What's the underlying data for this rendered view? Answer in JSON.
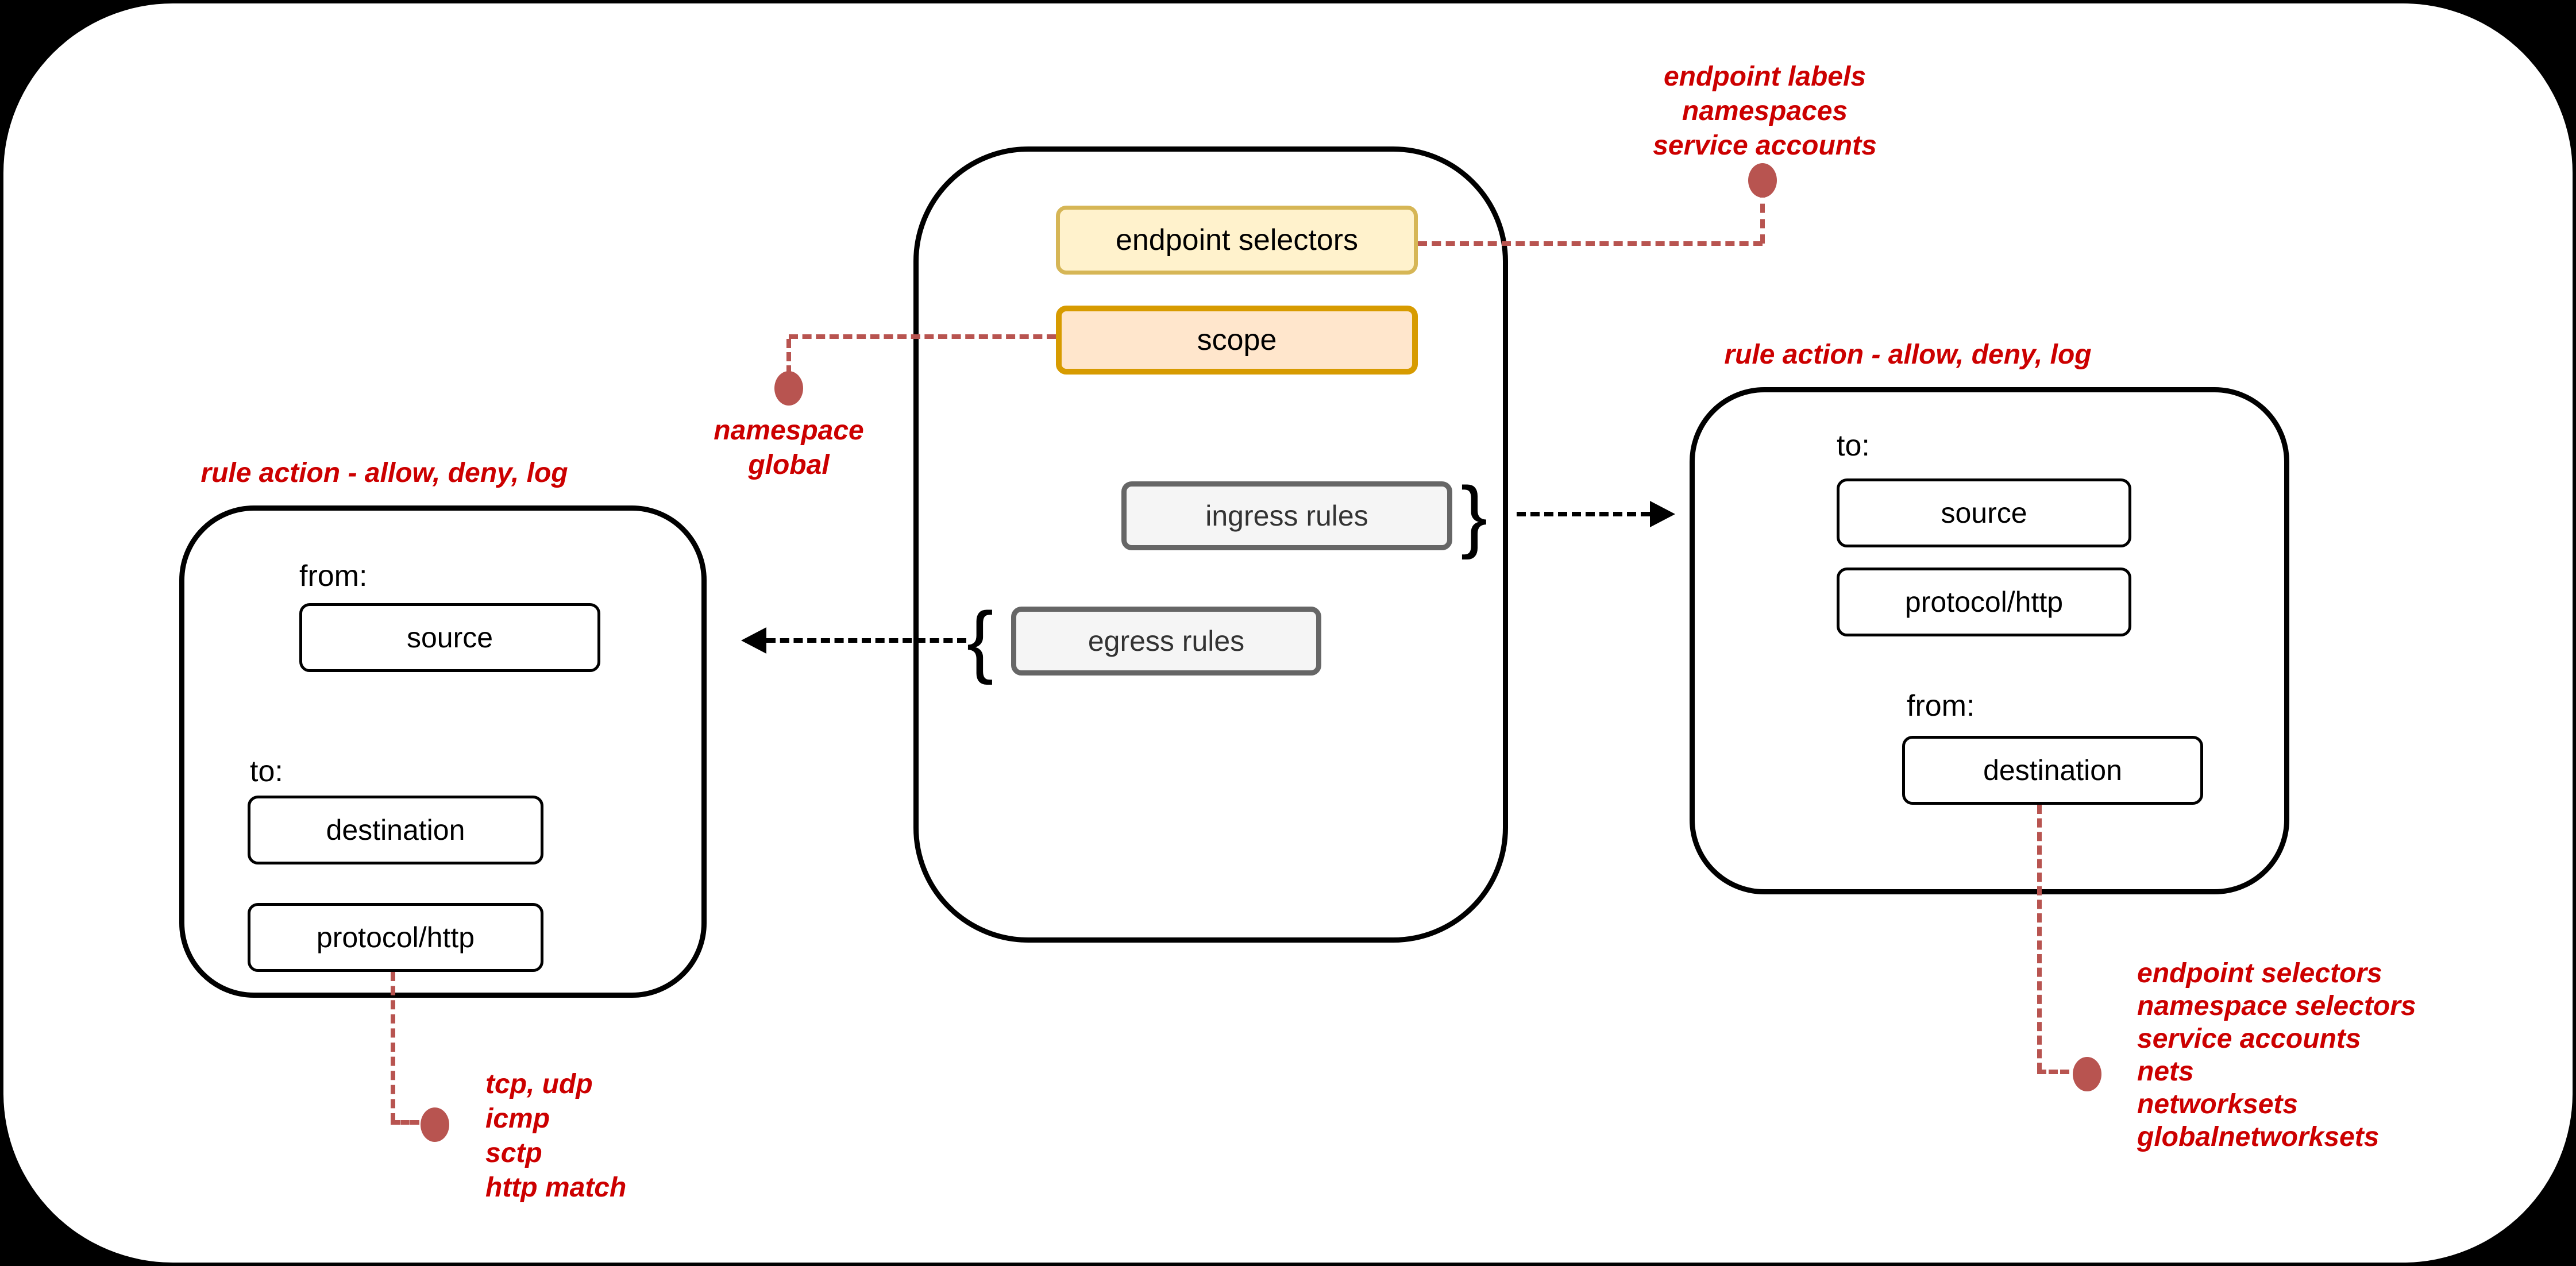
{
  "diagram": {
    "policy": {
      "endpoint_selectors": "endpoint selectors",
      "scope": "scope",
      "ingress_rules": "ingress rules",
      "egress_rules": "egress rules",
      "ingress_brace": "}",
      "egress_brace": "{"
    },
    "egress_rule_box": {
      "title": "rule action - allow, deny, log",
      "from_label": "from:",
      "source": "source",
      "to_label": "to:",
      "destination": "destination",
      "protocol": "protocol/http"
    },
    "ingress_rule_box": {
      "title": "rule action - allow, deny, log",
      "to_label": "to:",
      "source": "source",
      "protocol": "protocol/http",
      "from_label": "from:",
      "destination": "destination"
    },
    "notes": {
      "endpoint_selectors_note": [
        "endpoint labels",
        "namespaces",
        "service accounts"
      ],
      "scope_note": [
        "namespace",
        "global"
      ],
      "protocol_note": [
        "tcp, udp",
        "icmp",
        "sctp",
        "http match"
      ],
      "destination_note": [
        "endpoint selectors",
        "namespace selectors",
        "service accounts",
        "nets",
        "networksets",
        "globalnetworksets"
      ]
    },
    "colors": {
      "red_text": "#CC0000",
      "connector": "#B85450",
      "yellow_fill": "#FFF2CC",
      "yellow_border": "#D6B656",
      "orange_fill": "#FFE6CC",
      "orange_border": "#D79B00",
      "gray_fill": "#F5F5F5",
      "gray_border": "#666666",
      "frame_bg": "#000000",
      "panel_bg": "#FFFFFF"
    }
  }
}
